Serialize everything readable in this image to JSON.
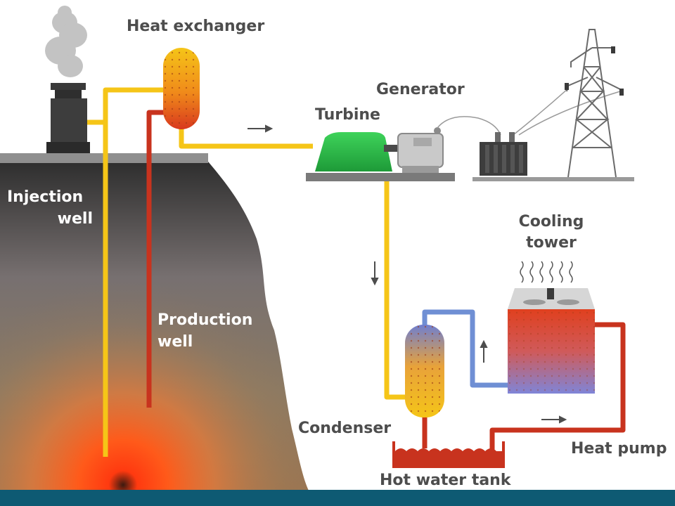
{
  "labels": {
    "heat_exchanger": "Heat exchanger",
    "generator": "Generator",
    "turbine": "Turbine",
    "injection_well_line1": "Injection",
    "injection_well_line2": "well",
    "production_well_line1": "Production",
    "production_well_line2": "well",
    "cooling_tower_line1": "Cooling",
    "cooling_tower_line2": "tower",
    "condenser": "Condenser",
    "heat_pump": "Heat pump",
    "hot_water_tank": "Hot water tank"
  },
  "colors": {
    "hot_pipe": "#f5c518",
    "production_pipe": "#c8331e",
    "cold_pipe": "#6f8fd4",
    "turbine": "#2fb34a",
    "bottom_bar": "#0e5a73",
    "label_text": "#4d4d4d"
  }
}
